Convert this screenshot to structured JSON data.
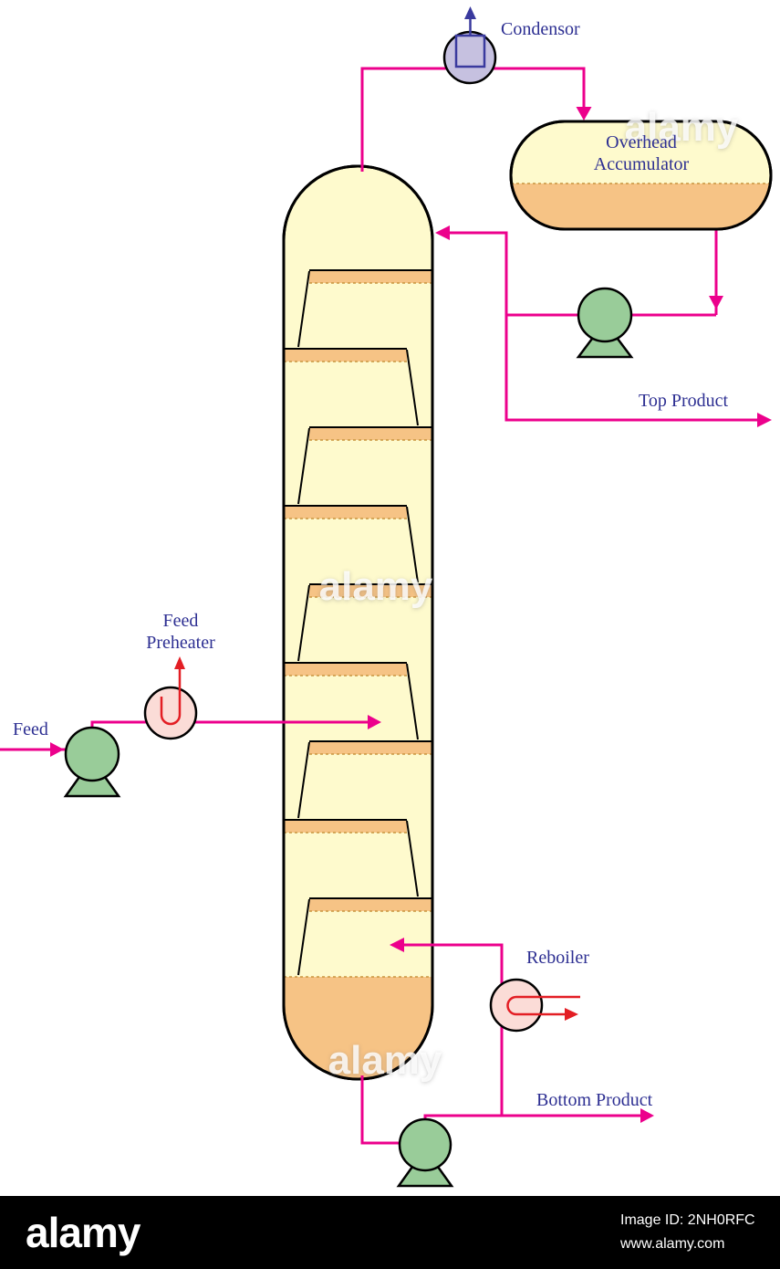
{
  "diagram": {
    "labels": {
      "condensor": "Condensor",
      "overhead_accumulator": [
        "Overhead",
        "Accumulator"
      ],
      "top_product": "Top Product",
      "feed_preheater": [
        "Feed",
        "Preheater"
      ],
      "feed": "Feed",
      "reboiler": "Reboiler",
      "bottom_product": "Bottom Product"
    },
    "colors": {
      "flow_line": "#EC008C",
      "heat_line": "#E31E24",
      "label_text": "#2D2F92",
      "outline": "#000000",
      "column_fill": "#FEFACD",
      "liquid_fill": "#F6C385",
      "tray_dash": "#C9953F",
      "pump_fill": "#99CC99",
      "condensor_fill": "#C6C1E0",
      "condensor_inner": "#3A3A9E",
      "exchanger_fill": "#FBDCD7",
      "watermark_bar": "#000000"
    }
  },
  "watermark": {
    "brand": "alamy",
    "image_id": "Image ID: 2NH0RFC",
    "website": "www.alamy.com"
  }
}
